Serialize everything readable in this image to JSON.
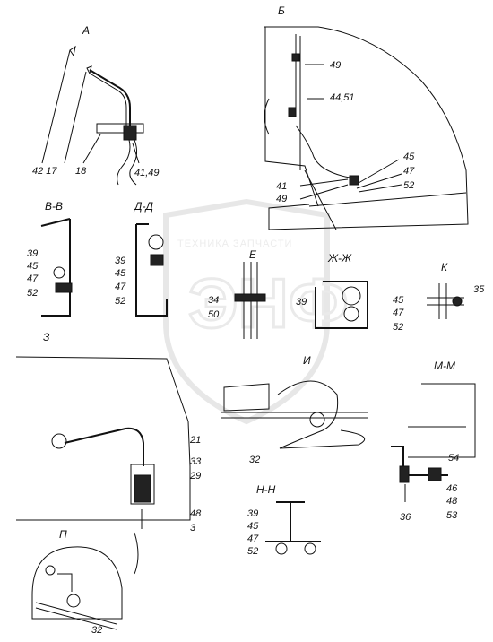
{
  "watermark": {
    "text": "ТЕХНИКА  ЗАПЧАСТИ",
    "letters": "ЭНФ"
  },
  "sections": [
    {
      "id": "A",
      "title": "А"
    },
    {
      "id": "B",
      "title": "Б"
    },
    {
      "id": "VV",
      "title": "В-В"
    },
    {
      "id": "DD",
      "title": "Д-Д"
    },
    {
      "id": "E",
      "title": "Е"
    },
    {
      "id": "ZhZh",
      "title": "Ж-Ж"
    },
    {
      "id": "K",
      "title": "К"
    },
    {
      "id": "Z",
      "title": "З"
    },
    {
      "id": "I",
      "title": "И"
    },
    {
      "id": "MM",
      "title": "М-М"
    },
    {
      "id": "NN",
      "title": "Н-Н"
    },
    {
      "id": "P",
      "title": "П"
    }
  ],
  "callouts": {
    "a_42_17": "42 17",
    "a_18": "18",
    "a_41_49": "41,49",
    "b_49": "49",
    "b_44_51": "44,51",
    "b_45": "45",
    "b_47": "47",
    "b_52": "52",
    "b_41": "41",
    "b_49b": "49",
    "vv_39": "39",
    "vv_45": "45",
    "vv_47": "47",
    "vv_52": "52",
    "dd_39": "39",
    "dd_45": "45",
    "dd_47": "47",
    "dd_52": "52",
    "e_34": "34",
    "e_50": "50",
    "zh_39": "39",
    "zh_45": "45",
    "zh_47": "47",
    "zh_52": "52",
    "k_35": "35",
    "z_21": "21",
    "z_33": "33",
    "z_29": "29",
    "z_48": "48",
    "z_3": "3",
    "i_32": "32",
    "m_54": "54",
    "m_46": "46",
    "m_48": "48",
    "m_53": "53",
    "m_36": "36",
    "n_39": "39",
    "n_45": "45",
    "n_47": "47",
    "n_52": "52",
    "p_32": "32"
  }
}
